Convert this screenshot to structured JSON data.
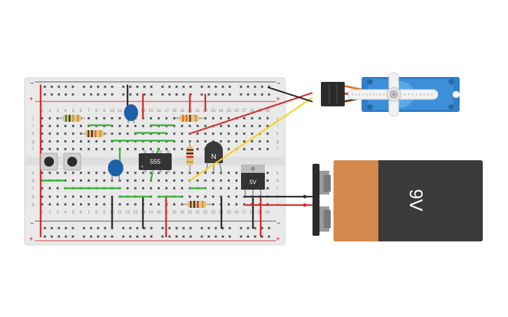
{
  "breadboard": {
    "rail_plus": "+",
    "rail_minus": "−",
    "row_labels_top": [
      "j",
      "i",
      "h",
      "g",
      "f"
    ],
    "row_labels_bottom": [
      "e",
      "d",
      "c",
      "b",
      "a"
    ],
    "column_numbers": [
      "1",
      "2",
      "3",
      "4",
      "5",
      "6",
      "7",
      "8",
      "9",
      "10",
      "11",
      "12",
      "13",
      "14",
      "15",
      "16",
      "17",
      "18",
      "19",
      "20",
      "21",
      "22",
      "23",
      "24",
      "25",
      "26",
      "27",
      "28",
      "29",
      "30"
    ]
  },
  "ic_label": "555",
  "transistor_label": "N",
  "regulator_label": "5V",
  "battery_label": "9V",
  "colors": {
    "board": "#e9e9e9",
    "rail_red": "#d93a3a",
    "rail_dark": "#333333",
    "wire_red": "#d82a2a",
    "wire_black": "#2b2b2b",
    "wire_green": "#3fae3f",
    "wire_yellow": "#f3d21e",
    "servo_blue": "#2f7fc9",
    "battery_body": "#3b3b3b",
    "battery_cap": "#d48a4e",
    "capacitor_blue": "#1f5fa8"
  }
}
